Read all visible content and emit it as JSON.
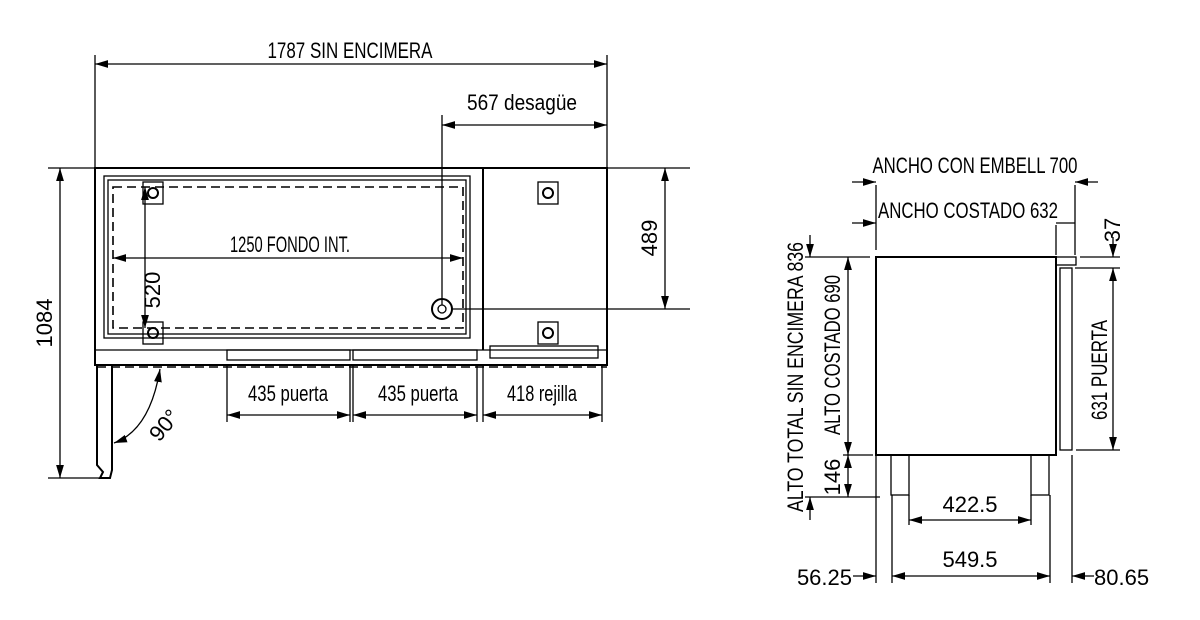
{
  "plan_view": {
    "overall_width": "1787 SIN ENCIMERA",
    "drain": "567 desagüe",
    "inner_depth": "1250 FONDO INT.",
    "inner_height": "520",
    "drain_offset": "489",
    "overall_depth": "1084",
    "door_angle": "90°",
    "door_1": "435 puerta",
    "door_2": "435 puerta",
    "grille": "418 rejilla"
  },
  "side_view": {
    "width_with_embell": "ANCHO CON EMBELL 700",
    "side_width": "ANCHO COSTADO 632",
    "top_offset": "37",
    "total_height": "ALTO TOTAL SIN ENCIMERA 836",
    "side_height": "ALTO COSTADO 690",
    "leg_height": "146",
    "door_height": "631 PUERTA",
    "leg_inner": "422.5",
    "leg_outer": "549.5",
    "left_offset": "56.25",
    "right_offset": "80.65"
  }
}
